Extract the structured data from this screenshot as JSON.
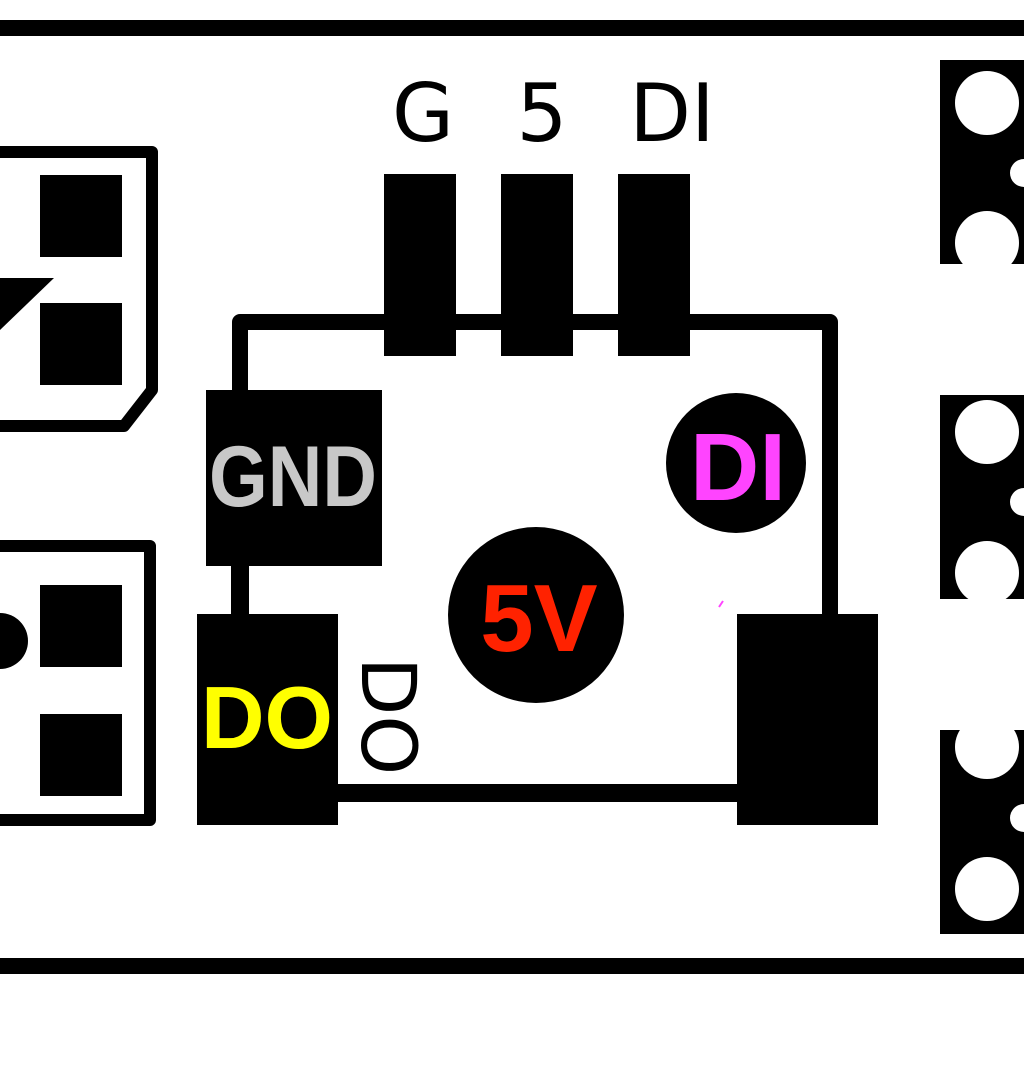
{
  "header_pins": {
    "labels": [
      "G",
      "5",
      "DI"
    ]
  },
  "pads": {
    "gnd": {
      "label": "GND",
      "color": "#c8c8c8"
    },
    "do": {
      "label": "DO",
      "color": "#ffff00"
    },
    "di": {
      "label": "DI",
      "color": "#ff44ff"
    },
    "v5": {
      "label": "5V",
      "color": "#ff2200"
    }
  },
  "silkscreen": {
    "do_label": "DO"
  },
  "colors": {
    "copper": "#000000",
    "board": "#ffffff"
  }
}
